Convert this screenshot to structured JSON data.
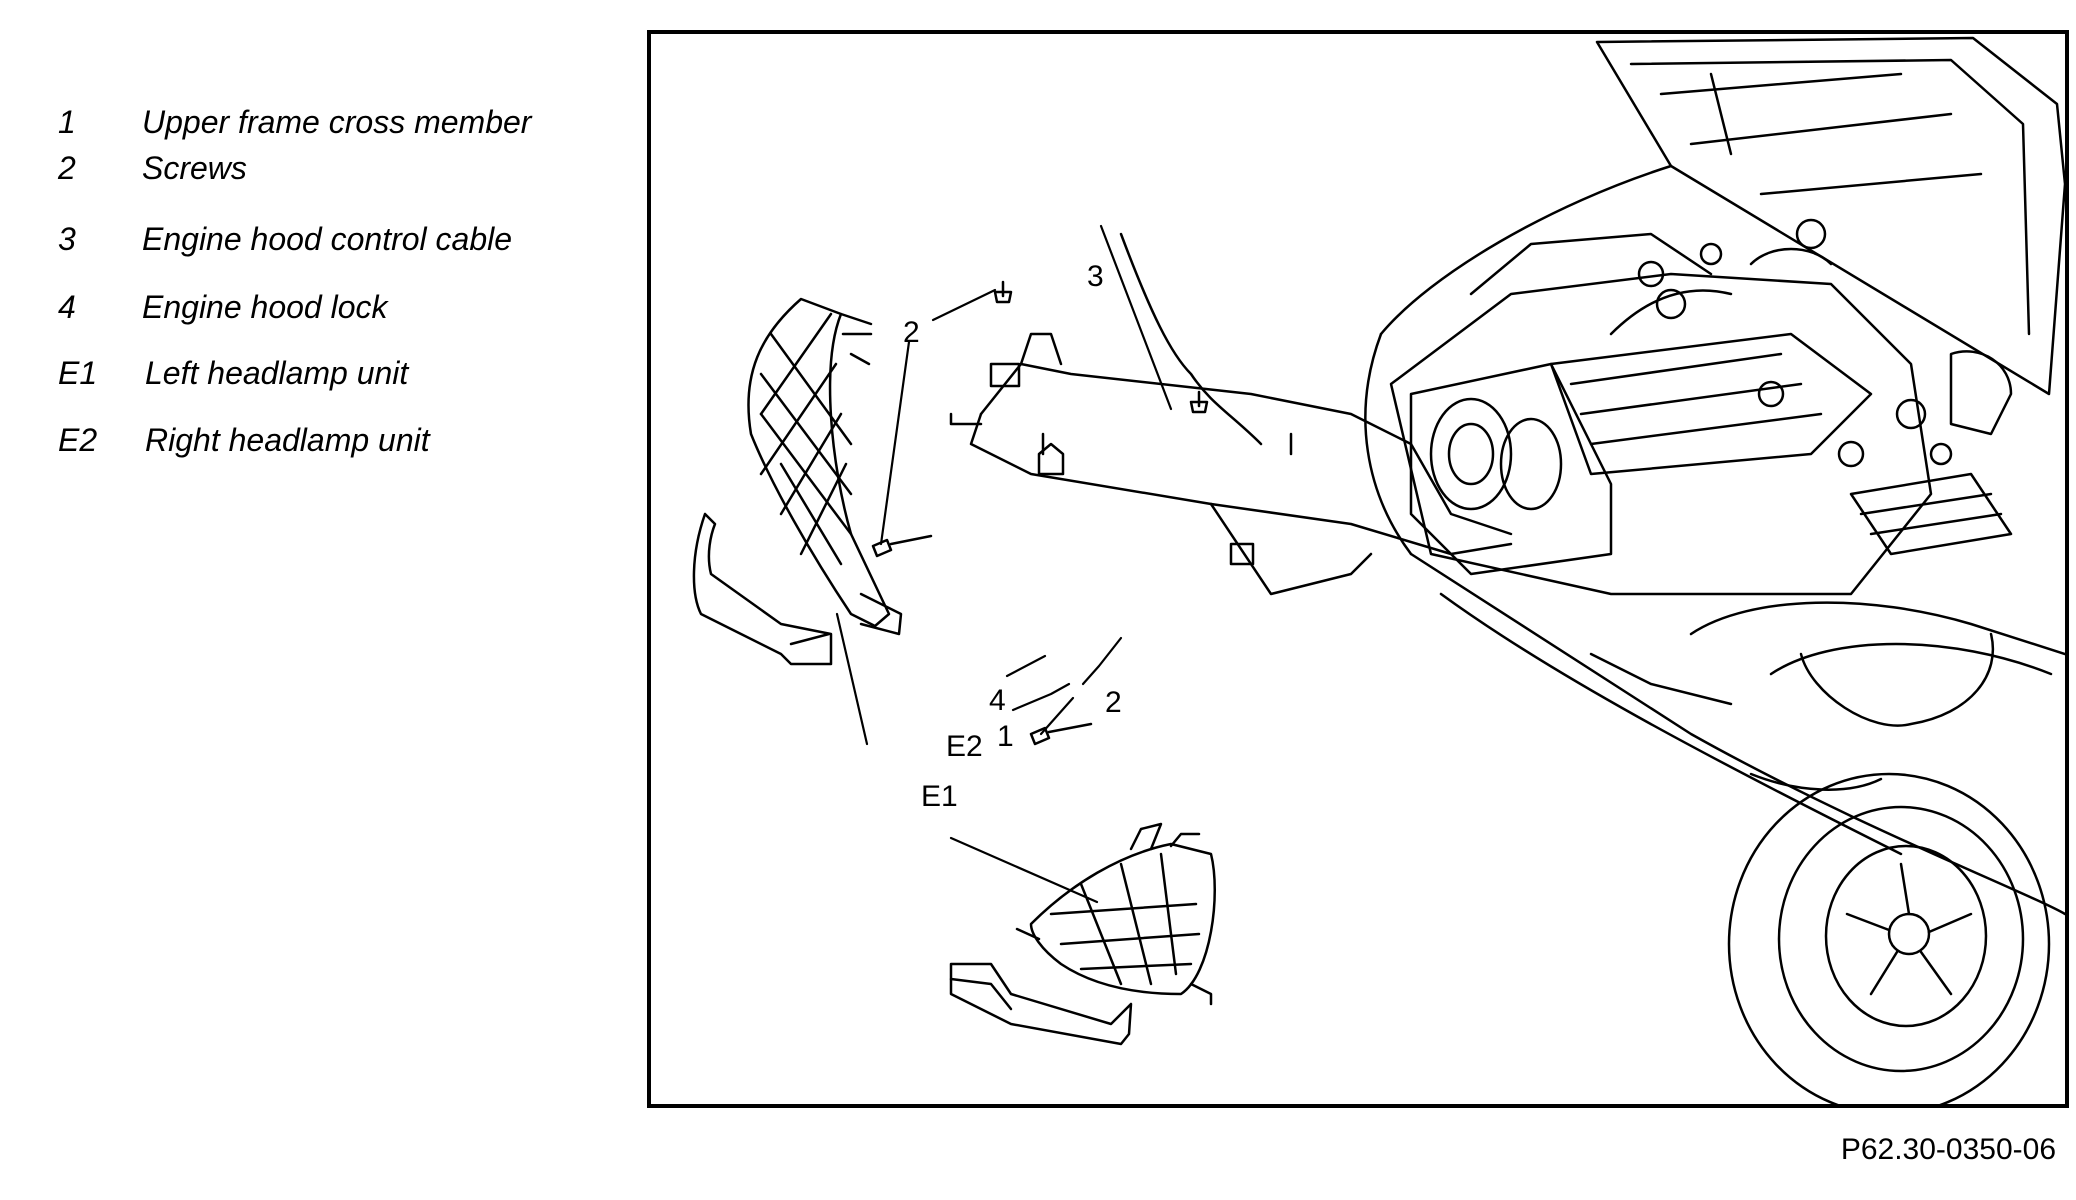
{
  "legend": [
    {
      "key": "1",
      "label": "Upper frame cross member"
    },
    {
      "key": "2",
      "label": "Screws"
    },
    {
      "key": "3",
      "label": "Engine hood control cable"
    },
    {
      "key": "4",
      "label": "Engine hood lock"
    },
    {
      "key": "E1",
      "label": "Left headlamp unit"
    },
    {
      "key": "E2",
      "label": "Right headlamp unit"
    }
  ],
  "callouts": {
    "c1": "1",
    "c2a": "2",
    "c2b": "2",
    "c3": "3",
    "c4": "4",
    "e1": "E1",
    "e2": "E2"
  },
  "figure_code": "P62.30-0350-06"
}
